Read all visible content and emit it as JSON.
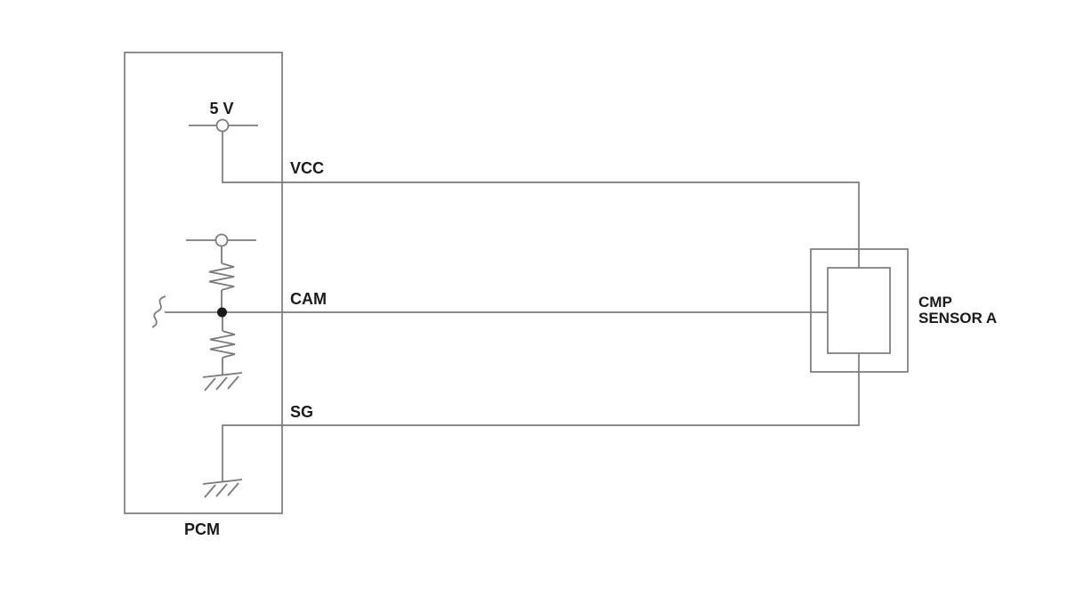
{
  "diagram": {
    "pcm": {
      "label": "PCM",
      "supply_label": "5 V"
    },
    "wires": {
      "vcc_label": "VCC",
      "cam_label": "CAM",
      "sg_label": "SG"
    },
    "sensor": {
      "label_line1": "CMP",
      "label_line2": "SENSOR A"
    },
    "symbols": [
      "supply-terminal-icon",
      "cam-terminal-icon",
      "pullup-resistor-icon",
      "pulldown-resistor-icon",
      "cam-junction-dot",
      "wire-break-icon",
      "ground-icon",
      "signal-ground-icon"
    ],
    "colors": {
      "wire": "#7b7b7b",
      "text": "#1a1a1a",
      "background": "#ffffff"
    }
  }
}
